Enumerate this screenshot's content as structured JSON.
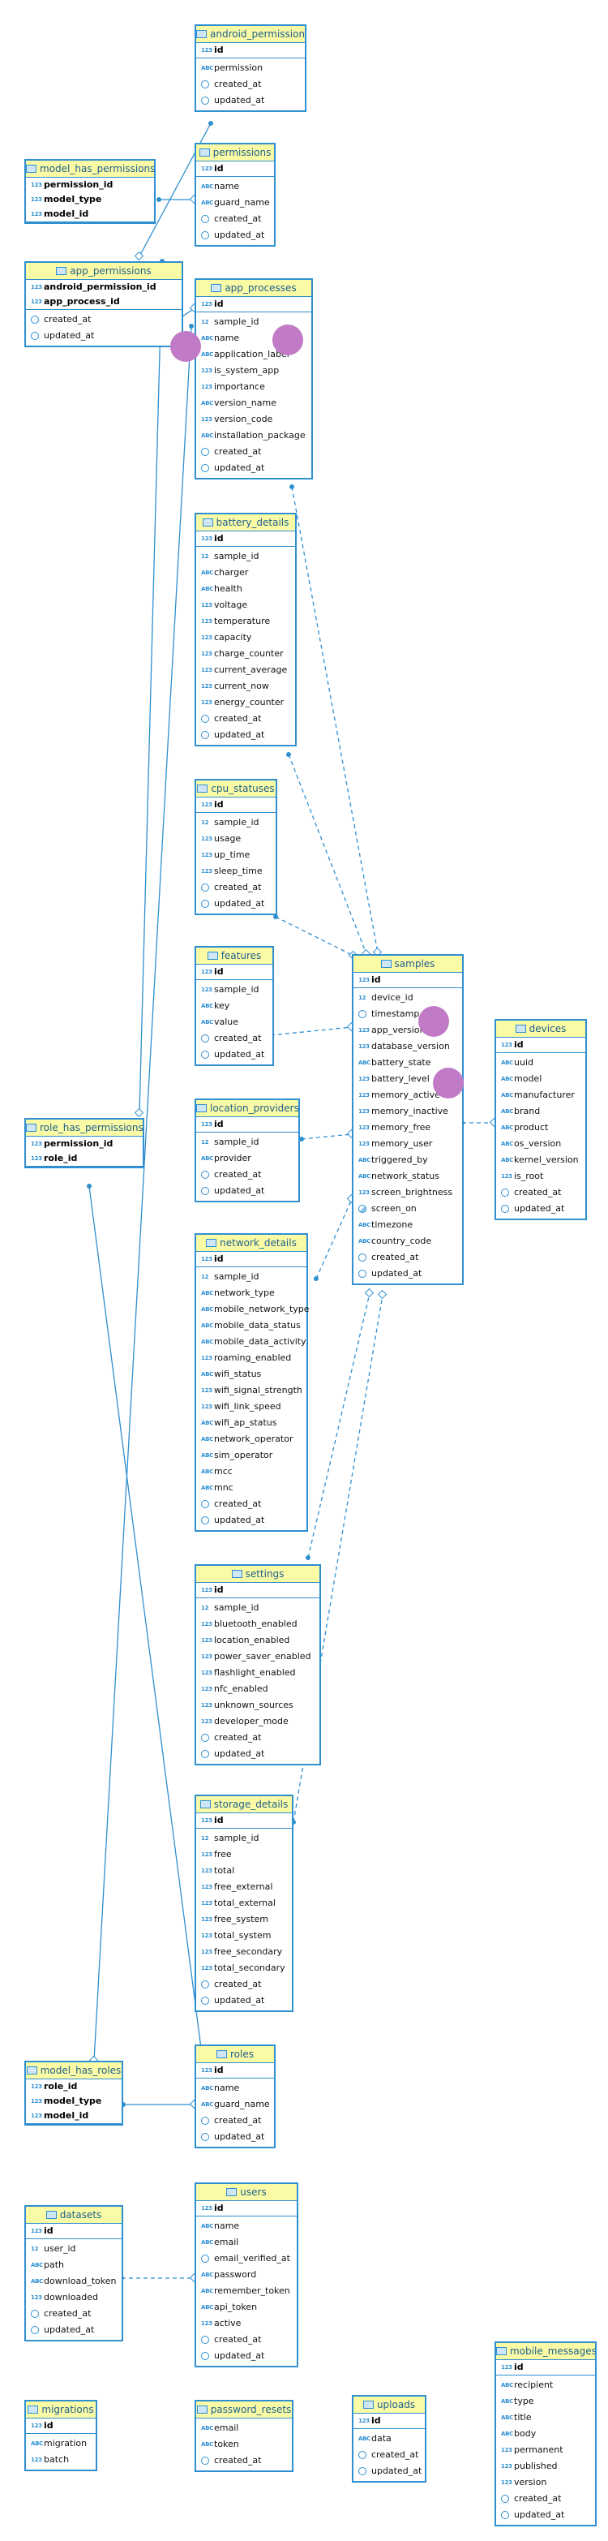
{
  "diagram": {
    "accent_color": "#2f8fd0",
    "header_color": "#fbfba6",
    "blob_color": "#c07ac6",
    "tables": {
      "android_permissions": {
        "name": "android_permissions",
        "pk": [
          "id"
        ],
        "columns": [
          {
            "type": "abc",
            "name": "permission"
          },
          {
            "type": "clock",
            "name": "created_at"
          },
          {
            "type": "clock",
            "name": "updated_at"
          }
        ]
      },
      "model_has_permissions": {
        "name": "model_has_permissions",
        "pk": [
          "permission_id",
          "model_type",
          "model_id"
        ],
        "columns": []
      },
      "permissions": {
        "name": "permissions",
        "pk": [
          "id"
        ],
        "columns": [
          {
            "type": "abc",
            "name": "name"
          },
          {
            "type": "abc",
            "name": "guard_name"
          },
          {
            "type": "clock",
            "name": "created_at"
          },
          {
            "type": "clock",
            "name": "updated_at"
          }
        ]
      },
      "app_permissions": {
        "name": "app_permissions",
        "pk": [
          "android_permission_id",
          "app_process_id"
        ],
        "columns": [
          {
            "type": "clock",
            "name": "created_at"
          },
          {
            "type": "clock",
            "name": "updated_at"
          }
        ]
      },
      "app_processes": {
        "name": "app_processes",
        "pk": [
          "id"
        ],
        "columns": [
          {
            "type": "fk",
            "name": "sample_id"
          },
          {
            "type": "abc",
            "name": "name"
          },
          {
            "type": "abc",
            "name": "application_label"
          },
          {
            "type": "123",
            "name": "is_system_app"
          },
          {
            "type": "123",
            "name": "importance"
          },
          {
            "type": "abc",
            "name": "version_name"
          },
          {
            "type": "123",
            "name": "version_code"
          },
          {
            "type": "abc",
            "name": "installation_package"
          },
          {
            "type": "clock",
            "name": "created_at"
          },
          {
            "type": "clock",
            "name": "updated_at"
          }
        ]
      },
      "battery_details": {
        "name": "battery_details",
        "pk": [
          "id"
        ],
        "columns": [
          {
            "type": "fk",
            "name": "sample_id"
          },
          {
            "type": "abc",
            "name": "charger"
          },
          {
            "type": "abc",
            "name": "health"
          },
          {
            "type": "123",
            "name": "voltage"
          },
          {
            "type": "123",
            "name": "temperature"
          },
          {
            "type": "123",
            "name": "capacity"
          },
          {
            "type": "123",
            "name": "charge_counter"
          },
          {
            "type": "123",
            "name": "current_average"
          },
          {
            "type": "123",
            "name": "current_now"
          },
          {
            "type": "123",
            "name": "energy_counter"
          },
          {
            "type": "clock",
            "name": "created_at"
          },
          {
            "type": "clock",
            "name": "updated_at"
          }
        ]
      },
      "cpu_statuses": {
        "name": "cpu_statuses",
        "pk": [
          "id"
        ],
        "columns": [
          {
            "type": "fk",
            "name": "sample_id"
          },
          {
            "type": "123",
            "name": "usage"
          },
          {
            "type": "123",
            "name": "up_time"
          },
          {
            "type": "123",
            "name": "sleep_time"
          },
          {
            "type": "clock",
            "name": "created_at"
          },
          {
            "type": "clock",
            "name": "updated_at"
          }
        ]
      },
      "features": {
        "name": "features",
        "pk": [
          "id"
        ],
        "columns": [
          {
            "type": "123",
            "name": "sample_id"
          },
          {
            "type": "abc",
            "name": "key"
          },
          {
            "type": "abc",
            "name": "value"
          },
          {
            "type": "clock",
            "name": "created_at"
          },
          {
            "type": "clock",
            "name": "updated_at"
          }
        ]
      },
      "samples": {
        "name": "samples",
        "pk": [
          "id"
        ],
        "columns": [
          {
            "type": "fk",
            "name": "device_id"
          },
          {
            "type": "clock",
            "name": "timestamp"
          },
          {
            "type": "123",
            "name": "app_version"
          },
          {
            "type": "123",
            "name": "database_version"
          },
          {
            "type": "abc",
            "name": "battery_state"
          },
          {
            "type": "123",
            "name": "battery_level"
          },
          {
            "type": "123",
            "name": "memory_active"
          },
          {
            "type": "123",
            "name": "memory_inactive"
          },
          {
            "type": "123",
            "name": "memory_free"
          },
          {
            "type": "123",
            "name": "memory_user"
          },
          {
            "type": "abc",
            "name": "triggered_by"
          },
          {
            "type": "abc",
            "name": "network_status"
          },
          {
            "type": "123",
            "name": "screen_brightness"
          },
          {
            "type": "bool",
            "name": "screen_on"
          },
          {
            "type": "abc",
            "name": "timezone"
          },
          {
            "type": "abc",
            "name": "country_code"
          },
          {
            "type": "clock",
            "name": "created_at"
          },
          {
            "type": "clock",
            "name": "updated_at"
          }
        ]
      },
      "devices": {
        "name": "devices",
        "pk": [
          "id"
        ],
        "columns": [
          {
            "type": "abc",
            "name": "uuid"
          },
          {
            "type": "abc",
            "name": "model"
          },
          {
            "type": "abc",
            "name": "manufacturer"
          },
          {
            "type": "abc",
            "name": "brand"
          },
          {
            "type": "abc",
            "name": "product"
          },
          {
            "type": "abc",
            "name": "os_version"
          },
          {
            "type": "abc",
            "name": "kernel_version"
          },
          {
            "type": "123",
            "name": "is_root"
          },
          {
            "type": "clock",
            "name": "created_at"
          },
          {
            "type": "clock",
            "name": "updated_at"
          }
        ]
      },
      "location_providers": {
        "name": "location_providers",
        "pk": [
          "id"
        ],
        "columns": [
          {
            "type": "fk",
            "name": "sample_id"
          },
          {
            "type": "abc",
            "name": "provider"
          },
          {
            "type": "clock",
            "name": "created_at"
          },
          {
            "type": "clock",
            "name": "updated_at"
          }
        ]
      },
      "role_has_permissions": {
        "name": "role_has_permissions",
        "pk": [
          "permission_id",
          "role_id"
        ],
        "columns": []
      },
      "network_details": {
        "name": "network_details",
        "pk": [
          "id"
        ],
        "columns": [
          {
            "type": "fk",
            "name": "sample_id"
          },
          {
            "type": "abc",
            "name": "network_type"
          },
          {
            "type": "abc",
            "name": "mobile_network_type"
          },
          {
            "type": "abc",
            "name": "mobile_data_status"
          },
          {
            "type": "abc",
            "name": "mobile_data_activity"
          },
          {
            "type": "123",
            "name": "roaming_enabled"
          },
          {
            "type": "abc",
            "name": "wifi_status"
          },
          {
            "type": "123",
            "name": "wifi_signal_strength"
          },
          {
            "type": "123",
            "name": "wifi_link_speed"
          },
          {
            "type": "abc",
            "name": "wifi_ap_status"
          },
          {
            "type": "abc",
            "name": "network_operator"
          },
          {
            "type": "abc",
            "name": "sim_operator"
          },
          {
            "type": "abc",
            "name": "mcc"
          },
          {
            "type": "abc",
            "name": "mnc"
          },
          {
            "type": "clock",
            "name": "created_at"
          },
          {
            "type": "clock",
            "name": "updated_at"
          }
        ]
      },
      "settings": {
        "name": "settings",
        "pk": [
          "id"
        ],
        "columns": [
          {
            "type": "fk",
            "name": "sample_id"
          },
          {
            "type": "123",
            "name": "bluetooth_enabled"
          },
          {
            "type": "123",
            "name": "location_enabled"
          },
          {
            "type": "123",
            "name": "power_saver_enabled"
          },
          {
            "type": "123",
            "name": "flashlight_enabled"
          },
          {
            "type": "123",
            "name": "nfc_enabled"
          },
          {
            "type": "123",
            "name": "unknown_sources"
          },
          {
            "type": "123",
            "name": "developer_mode"
          },
          {
            "type": "clock",
            "name": "created_at"
          },
          {
            "type": "clock",
            "name": "updated_at"
          }
        ]
      },
      "storage_details": {
        "name": "storage_details",
        "pk": [
          "id"
        ],
        "columns": [
          {
            "type": "fk",
            "name": "sample_id"
          },
          {
            "type": "123",
            "name": "free"
          },
          {
            "type": "123",
            "name": "total"
          },
          {
            "type": "123",
            "name": "free_external"
          },
          {
            "type": "123",
            "name": "total_external"
          },
          {
            "type": "123",
            "name": "free_system"
          },
          {
            "type": "123",
            "name": "total_system"
          },
          {
            "type": "123",
            "name": "free_secondary"
          },
          {
            "type": "123",
            "name": "total_secondary"
          },
          {
            "type": "clock",
            "name": "created_at"
          },
          {
            "type": "clock",
            "name": "updated_at"
          }
        ]
      },
      "model_has_roles": {
        "name": "model_has_roles",
        "pk": [
          "role_id",
          "model_type",
          "model_id"
        ],
        "columns": []
      },
      "roles": {
        "name": "roles",
        "pk": [
          "id"
        ],
        "columns": [
          {
            "type": "abc",
            "name": "name"
          },
          {
            "type": "abc",
            "name": "guard_name"
          },
          {
            "type": "clock",
            "name": "created_at"
          },
          {
            "type": "clock",
            "name": "updated_at"
          }
        ]
      },
      "datasets": {
        "name": "datasets",
        "pk": [
          "id"
        ],
        "columns": [
          {
            "type": "fk",
            "name": "user_id"
          },
          {
            "type": "abc",
            "name": "path"
          },
          {
            "type": "abc",
            "name": "download_token"
          },
          {
            "type": "123",
            "name": "downloaded"
          },
          {
            "type": "clock",
            "name": "created_at"
          },
          {
            "type": "clock",
            "name": "updated_at"
          }
        ]
      },
      "users": {
        "name": "users",
        "pk": [
          "id"
        ],
        "columns": [
          {
            "type": "abc",
            "name": "name"
          },
          {
            "type": "abc",
            "name": "email"
          },
          {
            "type": "clock",
            "name": "email_verified_at"
          },
          {
            "type": "abc",
            "name": "password"
          },
          {
            "type": "abc",
            "name": "remember_token"
          },
          {
            "type": "abc",
            "name": "api_token"
          },
          {
            "type": "123",
            "name": "active"
          },
          {
            "type": "clock",
            "name": "created_at"
          },
          {
            "type": "clock",
            "name": "updated_at"
          }
        ]
      },
      "mobile_messages": {
        "name": "mobile_messages",
        "pk": [
          "id"
        ],
        "columns": [
          {
            "type": "abc",
            "name": "recipient"
          },
          {
            "type": "abc",
            "name": "type"
          },
          {
            "type": "abc",
            "name": "title"
          },
          {
            "type": "abc",
            "name": "body"
          },
          {
            "type": "123",
            "name": "permanent"
          },
          {
            "type": "123",
            "name": "published"
          },
          {
            "type": "123",
            "name": "version"
          },
          {
            "type": "clock",
            "name": "created_at"
          },
          {
            "type": "clock",
            "name": "updated_at"
          }
        ]
      },
      "migrations": {
        "name": "migrations",
        "pk": [
          "id"
        ],
        "columns": [
          {
            "type": "abc",
            "name": "migration"
          },
          {
            "type": "123",
            "name": "batch"
          }
        ]
      },
      "password_resets": {
        "name": "password_resets",
        "pk": [],
        "columns": [
          {
            "type": "abc",
            "name": "email"
          },
          {
            "type": "abc",
            "name": "token"
          },
          {
            "type": "clock",
            "name": "created_at"
          }
        ]
      },
      "uploads": {
        "name": "uploads",
        "pk": [
          "id"
        ],
        "columns": [
          {
            "type": "abc",
            "name": "data"
          },
          {
            "type": "clock",
            "name": "created_at"
          },
          {
            "type": "clock",
            "name": "updated_at"
          }
        ]
      }
    }
  }
}
